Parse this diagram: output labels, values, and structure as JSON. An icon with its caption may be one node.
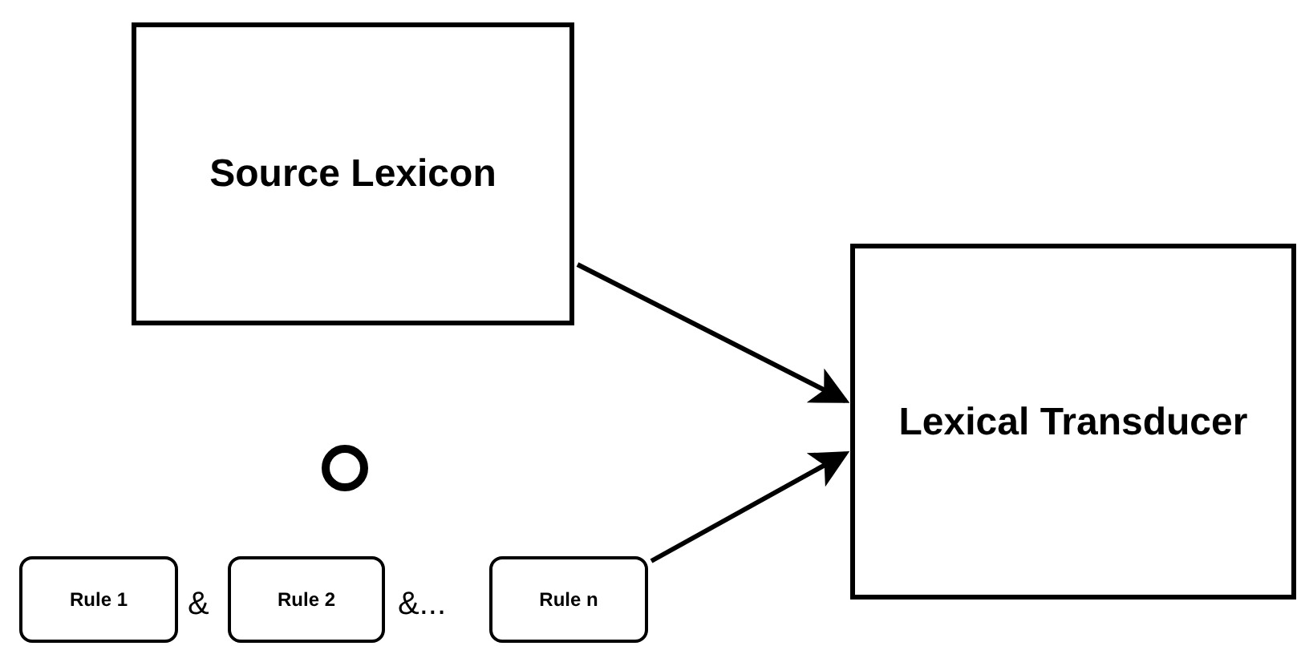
{
  "diagram": {
    "nodes": [
      {
        "text": [
          "Source Lexicon"
        ]
      },
      {
        "text": [
          "Lexical Transducer"
        ]
      },
      {
        "text": [
          "Rule 1"
        ]
      },
      {
        "text": [
          "Rule 2"
        ]
      },
      {
        "text": [
          "Rule n"
        ]
      }
    ],
    "edges": [
      {
        "from": 0,
        "to": 1,
        "arrow": "to"
      },
      {
        "from": 4,
        "to": 1,
        "arrow": "to"
      }
    ],
    "labels": [
      "&",
      "&..."
    ]
  }
}
